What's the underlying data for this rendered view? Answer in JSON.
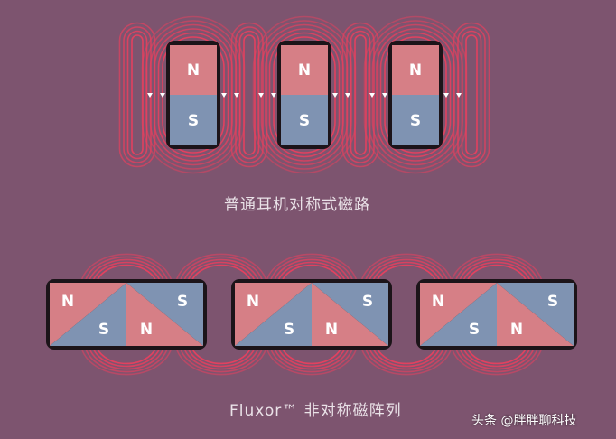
{
  "colors": {
    "background": "#7d546f",
    "field_line": "#e8405e",
    "north_pole": "#d67f86",
    "south_pole": "#7f93b2",
    "magnet_frame": "#1c1419",
    "arrow": "#ffffff"
  },
  "pole_labels": {
    "north": "N",
    "south": "S"
  },
  "diagram_top": {
    "caption": "普通耳机对称式磁路",
    "magnet_count": 3,
    "orientation": "vertical"
  },
  "diagram_bottom": {
    "caption": "Fluxor™ 非对称磁阵列",
    "magnet_count": 3,
    "orientation": "horizontal",
    "segment_labels": [
      "N",
      "S",
      "N",
      "S"
    ]
  },
  "watermark": {
    "text": "头条 @胖胖聊科技"
  }
}
